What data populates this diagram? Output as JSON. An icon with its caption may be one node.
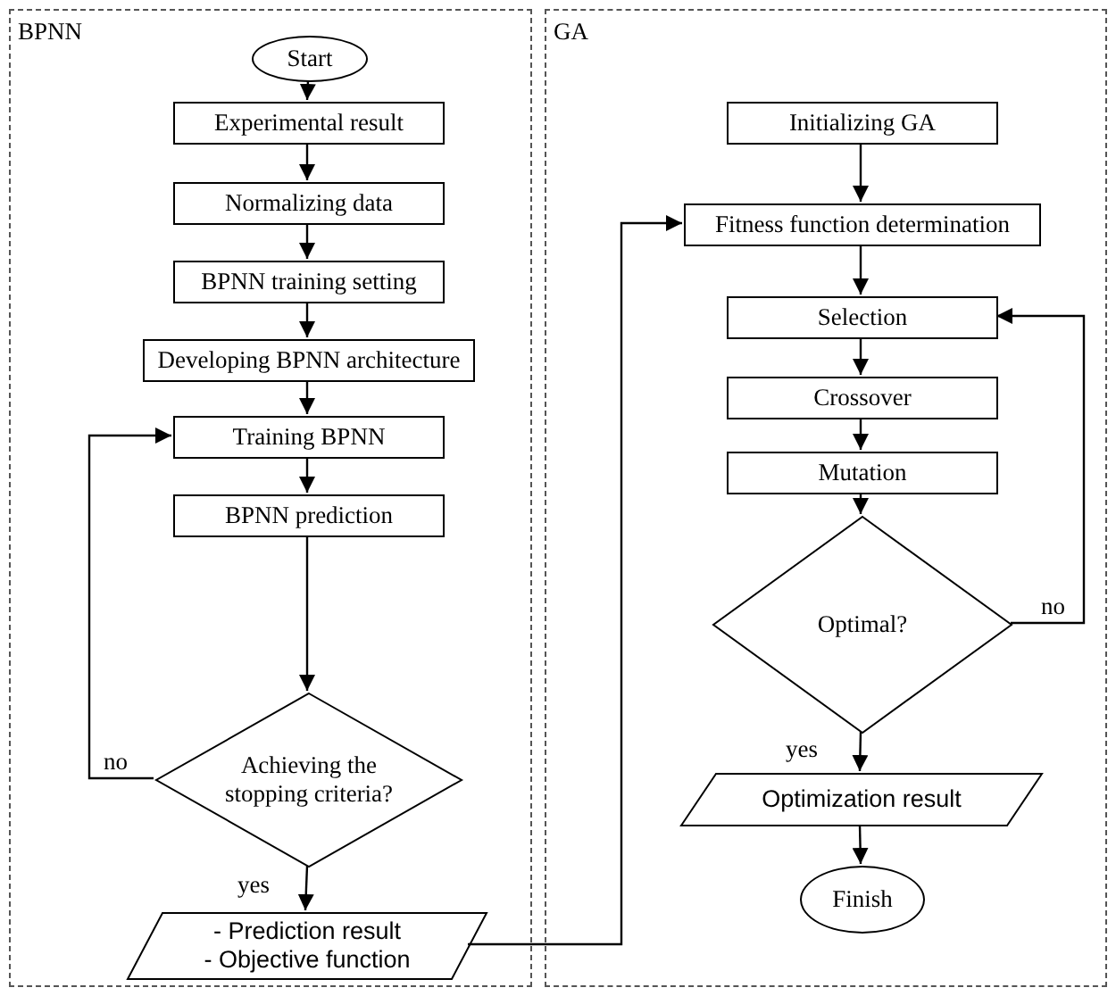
{
  "diagram": {
    "nodes": [
      {
        "text": [
          "BPNN"
        ]
      },
      {
        "text": [
          "Start"
        ],
        "in": 0
      },
      {
        "text": [
          "Experimental result"
        ],
        "in": 0
      },
      {
        "text": [
          "Normalizing data"
        ],
        "in": 0
      },
      {
        "text": [
          "BPNN training setting"
        ],
        "in": 0
      },
      {
        "text": [
          "Developing BPNN architecture"
        ],
        "in": 0
      },
      {
        "text": [
          "Training BPNN"
        ],
        "in": 0
      },
      {
        "text": [
          "BPNN prediction"
        ],
        "in": 0
      },
      {
        "text": [
          "Achieving the stopping criteria?"
        ],
        "in": 0
      },
      {
        "text": [
          "- Prediction result",
          "- Objective function"
        ],
        "in": 0
      },
      {
        "text": [
          "GA"
        ]
      },
      {
        "text": [
          "Initializing GA"
        ],
        "in": 10
      },
      {
        "text": [
          "Fitness function determination"
        ],
        "in": 10
      },
      {
        "text": [
          "Selection"
        ],
        "in": 10
      },
      {
        "text": [
          "Crossover"
        ],
        "in": 10
      },
      {
        "text": [
          "Mutation"
        ],
        "in": 10
      },
      {
        "text": [
          "Optimal?"
        ],
        "in": 10
      },
      {
        "text": [
          "Optimization result"
        ],
        "in": 10
      },
      {
        "text": [
          "Finish"
        ],
        "in": 10
      }
    ],
    "edges": [
      {
        "from": 1,
        "to": 2,
        "arrow": "to"
      },
      {
        "from": 2,
        "to": 3,
        "arrow": "to"
      },
      {
        "from": 3,
        "to": 4,
        "arrow": "to"
      },
      {
        "from": 4,
        "to": 5,
        "arrow": "to"
      },
      {
        "from": 5,
        "to": 6,
        "arrow": "to"
      },
      {
        "from": 6,
        "to": 7,
        "arrow": "to"
      },
      {
        "from": 7,
        "to": 8,
        "arrow": "to"
      },
      {
        "from": 8,
        "to": 6,
        "arrow": "to",
        "label": "no"
      },
      {
        "from": 8,
        "to": 9,
        "arrow": "to",
        "label": "yes"
      },
      {
        "from": 9,
        "to": 12,
        "arrow": "to"
      },
      {
        "from": 11,
        "to": 12,
        "arrow": "to"
      },
      {
        "from": 12,
        "to": 13,
        "arrow": "to"
      },
      {
        "from": 13,
        "to": 14,
        "arrow": "to"
      },
      {
        "from": 14,
        "to": 15,
        "arrow": "to"
      },
      {
        "from": 15,
        "to": 16,
        "arrow": "to"
      },
      {
        "from": 16,
        "to": 13,
        "arrow": "to",
        "label": "no"
      },
      {
        "from": 16,
        "to": 17,
        "arrow": "to",
        "label": "yes"
      },
      {
        "from": 17,
        "to": 18,
        "arrow": "to"
      }
    ]
  }
}
